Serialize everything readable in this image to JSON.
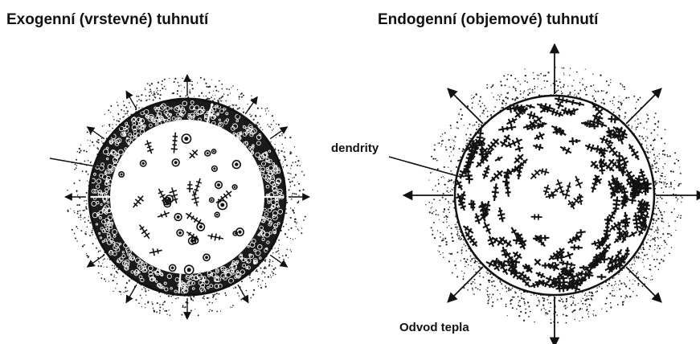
{
  "left_panel": {
    "title": "Exogenní (vrstevné) tuhnutí"
  },
  "right_panel": {
    "title": "Endogenní (objemové) tuhnutí",
    "dendrite_label": "dendrity",
    "heat_label": "Odvod tepla"
  },
  "colors": {
    "ink": "#111111",
    "background": "#ffffff",
    "stipple": "#222222"
  }
}
